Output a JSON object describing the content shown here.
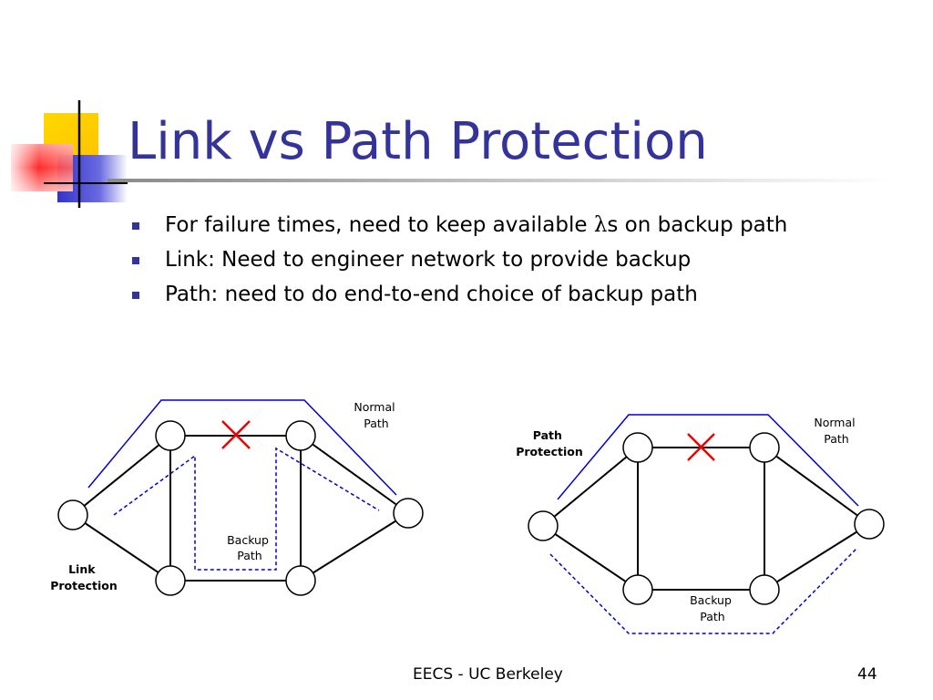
{
  "slide": {
    "title": "Link vs Path Protection",
    "bullets": [
      {
        "before": "For failure times, need to keep available ",
        "symbol": "λ",
        "after": "s on backup path"
      },
      {
        "text": "Link: Need to engineer network to provide backup"
      },
      {
        "text": "Path: need to do end-to-end choice of backup path"
      }
    ],
    "footer": {
      "center": "EECS - UC Berkeley",
      "page_number": "44"
    }
  },
  "link_diagram": {
    "normal_label": [
      "Normal",
      "Path"
    ],
    "backup_label": [
      "Backup",
      "Path"
    ],
    "protection_label": [
      "Link",
      "Protection"
    ]
  },
  "path_diagram": {
    "normal_label": [
      "Normal",
      "Path"
    ],
    "backup_label": [
      "Backup",
      "Path"
    ],
    "protection_label": [
      "Path",
      "Protection"
    ]
  },
  "colors": {
    "title": "#333399",
    "bullet": "#333399",
    "path_line": "#0000cc",
    "failure_mark": "#ee0000",
    "deco_yellow": "#ffd200",
    "deco_blue": "#3333cc",
    "deco_red": "#ff3333"
  }
}
